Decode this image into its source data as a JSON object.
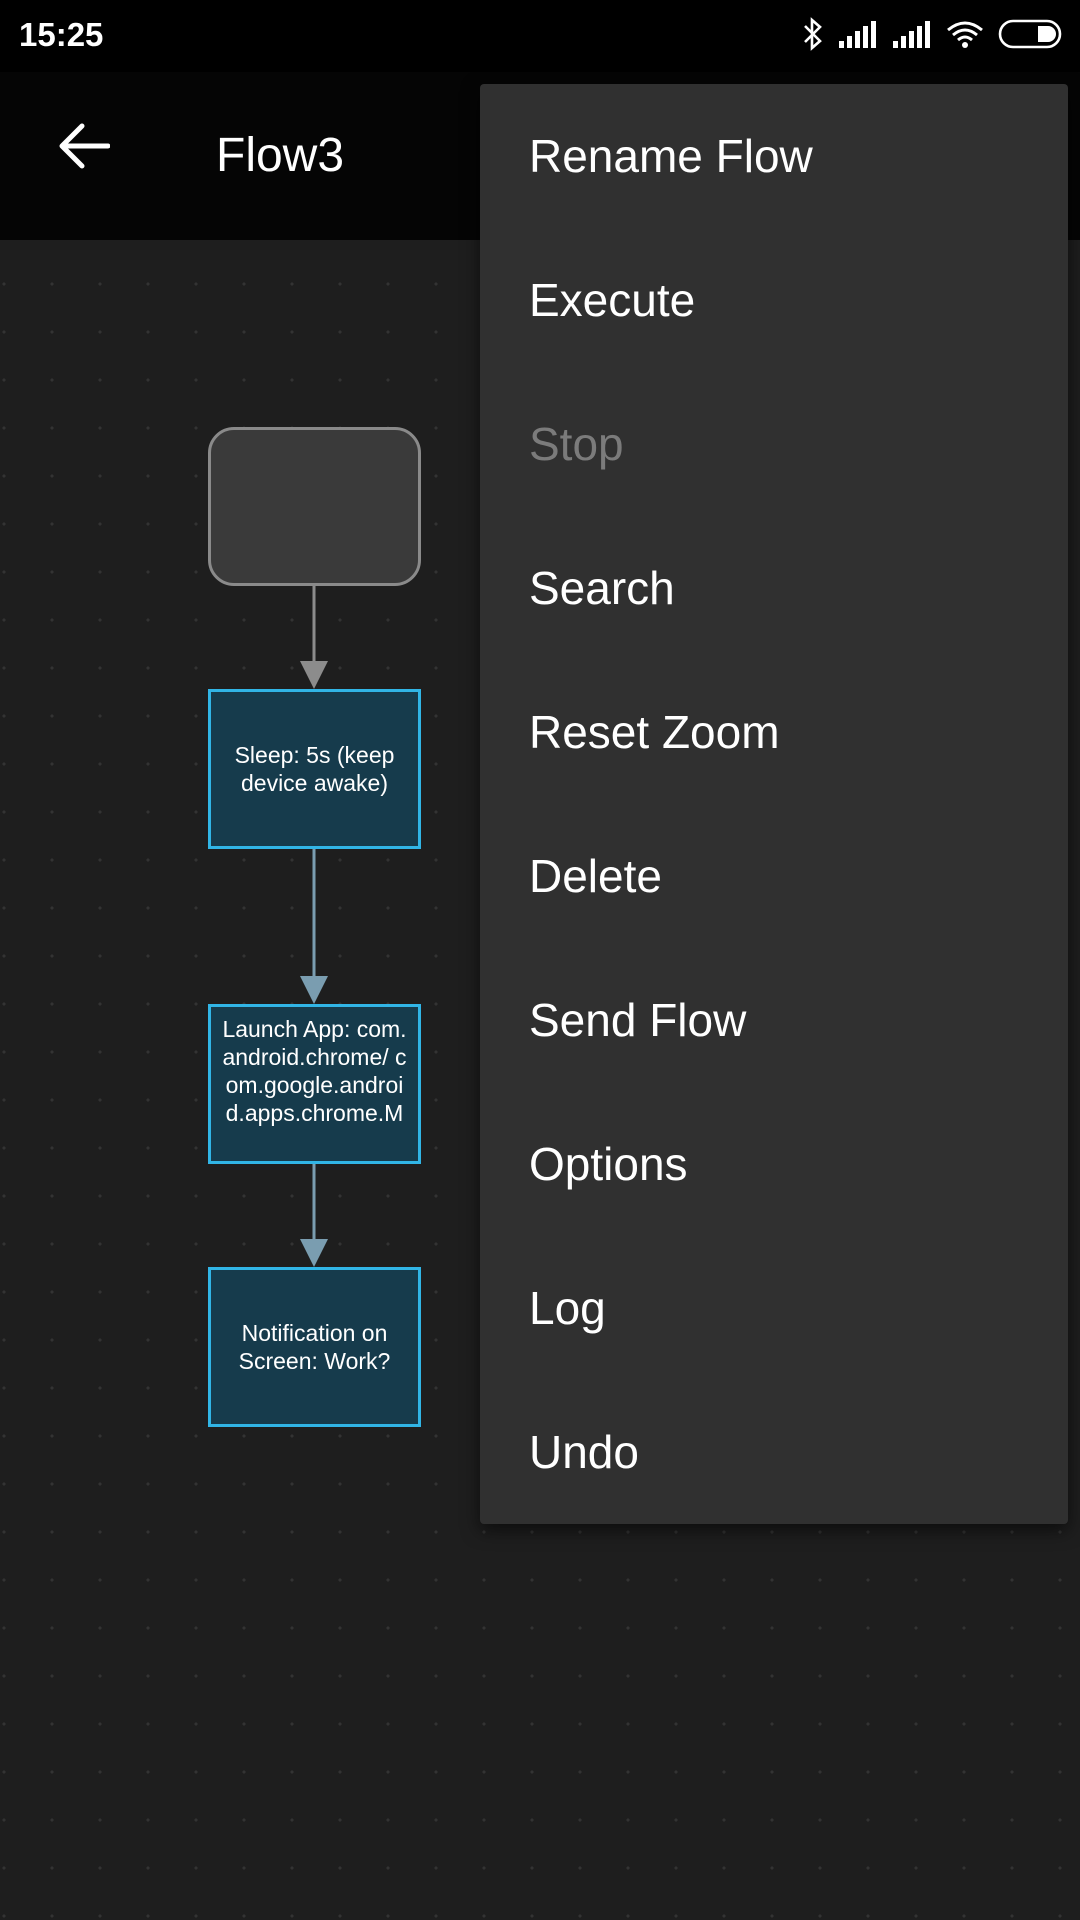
{
  "status_bar": {
    "time": "15:25",
    "icons": [
      "bluetooth-icon",
      "signal-icon",
      "signal-icon",
      "wifi-icon",
      "battery-icon"
    ]
  },
  "app_bar": {
    "back_icon": "arrow-back-icon",
    "title": "Flow3"
  },
  "flow": {
    "nodes": [
      {
        "label": ""
      },
      {
        "label": "Sleep: 5s (keep device awake)"
      },
      {
        "label": "Launch App: com.android.chrome/ com.google.android.apps.chrome.M"
      },
      {
        "label": "Notification on Screen: Work?"
      }
    ]
  },
  "menu": {
    "items": [
      {
        "label": "Rename Flow",
        "enabled": true
      },
      {
        "label": "Execute",
        "enabled": true
      },
      {
        "label": "Stop",
        "enabled": false
      },
      {
        "label": "Search",
        "enabled": true
      },
      {
        "label": "Reset Zoom",
        "enabled": true
      },
      {
        "label": "Delete",
        "enabled": true
      },
      {
        "label": "Send Flow",
        "enabled": true
      },
      {
        "label": "Options",
        "enabled": true
      },
      {
        "label": "Log",
        "enabled": true
      },
      {
        "label": "Undo",
        "enabled": true
      }
    ]
  },
  "colors": {
    "canvas_bg": "#1e1e1e",
    "node_fill": "#163b4c",
    "node_border": "#31b5e6",
    "menu_bg": "#303030",
    "disabled_text": "#7b7b7b"
  }
}
